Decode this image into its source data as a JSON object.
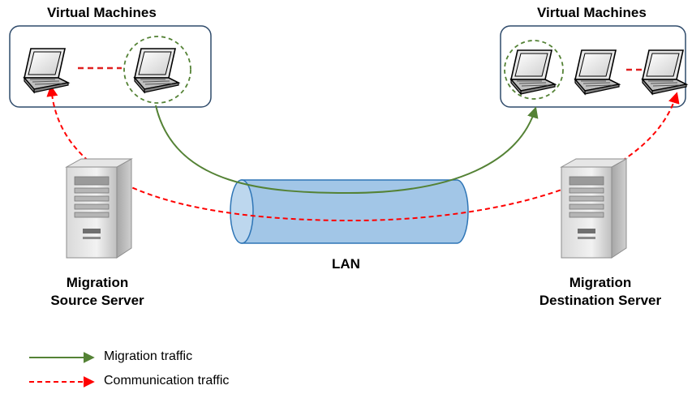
{
  "source": {
    "vm_group_title": "Virtual Machines",
    "server_label_line1": "Migration",
    "server_label_line2": "Source Server"
  },
  "destination": {
    "vm_group_title": "Virtual Machines",
    "server_label_line1": "Migration",
    "server_label_line2": "Destination Server"
  },
  "network": {
    "label": "LAN"
  },
  "legend": {
    "migration_label": "Migration traffic",
    "communication_label": "Communication traffic"
  },
  "colors": {
    "migration": "#548235",
    "communication": "#ff0000",
    "dashed_red": "#e02020",
    "lan_fill": "#9dc3e6",
    "box_border": "#2f4b6b"
  }
}
